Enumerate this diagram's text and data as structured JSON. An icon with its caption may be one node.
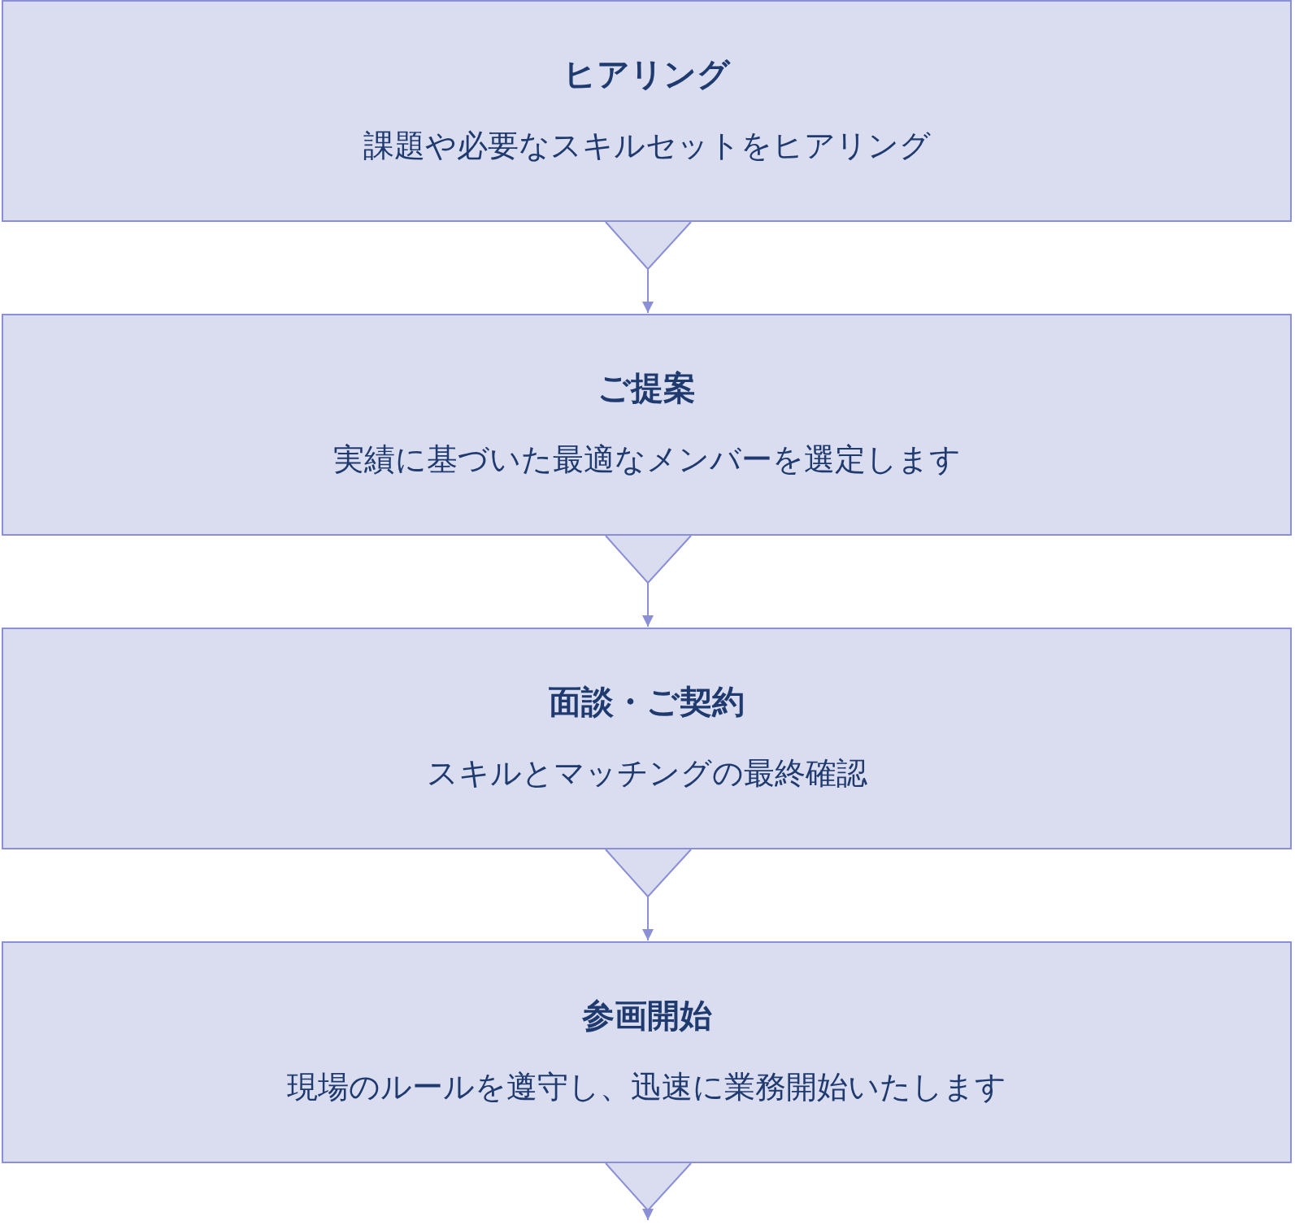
{
  "diagram": {
    "nodes": [
      {
        "text": [
          "ヒアリング",
          "課題や必要なスキルセットをヒアリング"
        ]
      },
      {
        "text": [
          "ご提案",
          "実績に基づいた最適なメンバーを選定します"
        ]
      },
      {
        "text": [
          "面談・ご契約",
          "スキルとマッチングの最終確認"
        ]
      },
      {
        "text": [
          "参画開始",
          "現場のルールを遵守し、迅速に業務開始いたします"
        ]
      }
    ],
    "edges": [
      {
        "from": 0,
        "to": 1,
        "arrow": "to"
      },
      {
        "from": 1,
        "to": 2,
        "arrow": "to"
      },
      {
        "from": 2,
        "to": 3,
        "arrow": "to"
      },
      {
        "from": 3,
        "to": null,
        "arrow": "to"
      }
    ]
  }
}
